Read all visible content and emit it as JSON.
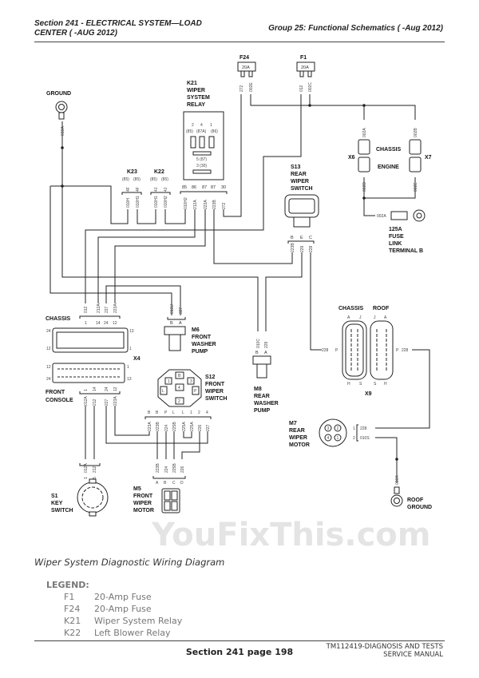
{
  "header": {
    "left": "Section 241 - ELECTRICAL SYSTEM—LOAD CENTER ( -AUG 2012)",
    "right": "Group 25: Functional Schematics ( -Aug 2012)"
  },
  "diagram": {
    "watermark": "YouFixThis.com",
    "ground": {
      "label": "GROUND",
      "wire": "010A"
    },
    "roof_ground": {
      "label1": "ROOF",
      "label2": "GROUND",
      "wire": "010X"
    },
    "f24": {
      "label": "F24",
      "rating": "20A",
      "wires": [
        "272",
        "002E"
      ]
    },
    "f1": {
      "label": "F1",
      "rating": "20A",
      "wires": [
        "012",
        "002C"
      ]
    },
    "k21": {
      "lines": [
        "K21",
        "WIPER",
        "SYSTEM",
        "RELAY"
      ],
      "internal": [
        "2",
        "4",
        "1",
        "(85)",
        "(87A)",
        "(86)",
        "5 (87)",
        "3 (30)"
      ],
      "pins": [
        "85",
        "86",
        "87",
        "87",
        "30"
      ],
      "wires": [
        "010H2",
        "212A",
        "223A",
        "223B",
        "272"
      ]
    },
    "k23": {
      "label": "K23",
      "pins": [
        "(85)",
        "(85)"
      ],
      "cavities": [
        "4F",
        "4F"
      ],
      "wires": [
        "010H",
        "010H1"
      ]
    },
    "k22": {
      "label": "K22",
      "pins": [
        "(85)",
        "(85)"
      ],
      "cavities": [
        "4J",
        "4J"
      ],
      "wires": [
        "010H1",
        "010H2"
      ]
    },
    "x6": {
      "label": "X6",
      "wires": [
        "002A",
        "002D"
      ]
    },
    "x7": {
      "label": "X7",
      "wires": [
        "002B",
        "002E"
      ]
    },
    "chassis_engine": {
      "chassis": "CHASSIS",
      "engine": "ENGINE"
    },
    "fuse_link": {
      "wire": "002A",
      "lines": [
        "125A",
        "FUSE",
        "LINK",
        "TERMINAL B"
      ]
    },
    "s13": {
      "lines": [
        "S13",
        "REAR",
        "WIPER",
        "SWITCH"
      ],
      "pins": [
        "B",
        "E",
        "C"
      ],
      "wires": [
        "223B",
        "229",
        "228"
      ]
    },
    "x4": {
      "label": "X4",
      "chassis": "CHASSIS",
      "console1": "FRONT",
      "console2": "CONSOLE",
      "chassis_pins": [
        "1",
        "14",
        "24",
        "12"
      ],
      "chassis_wires": [
        "012",
        "212A",
        "227",
        "223A"
      ],
      "console_pins": [
        "1",
        "14",
        "24",
        "12"
      ],
      "console_wires": [
        "012A",
        "212",
        "227",
        "223A"
      ],
      "side_numbers": [
        "24",
        "13",
        "12",
        "1",
        "12",
        "1",
        "24",
        "13"
      ]
    },
    "m6": {
      "lines": [
        "M6",
        "FRONT",
        "WASHER",
        "PUMP"
      ],
      "pins": [
        "B",
        "A"
      ],
      "wires": [
        "016U",
        "227"
      ]
    },
    "s12": {
      "lines": [
        "S12",
        "FRONT",
        "WIPER",
        "SWITCH"
      ],
      "cavities": [
        "B",
        "1",
        "3",
        "L",
        "4",
        "P",
        "2"
      ],
      "pins": [
        "B",
        "B",
        "P",
        "L",
        "L",
        "1",
        "2",
        "4"
      ],
      "wires": [
        "223A",
        "223B",
        "224",
        "225B",
        "225A",
        "225A",
        "226",
        "227"
      ]
    },
    "m8": {
      "lines": [
        "M8",
        "REAR",
        "WASHER",
        "PUMP"
      ],
      "pins": [
        "B",
        "A"
      ],
      "wires": [
        "010C",
        "229"
      ]
    },
    "x9": {
      "label": "X9",
      "chassis": "CHASSIS",
      "roof": "ROOF",
      "top": [
        "A",
        "J",
        "J",
        "A"
      ],
      "bottom": [
        "H",
        "S",
        "S",
        "H"
      ],
      "left_wire": "228",
      "left_pin": "P",
      "right_wire": "228",
      "right_pin": "P"
    },
    "m7": {
      "lines": [
        "M7",
        "REAR",
        "WIPER",
        "MOTOR"
      ],
      "pins": [
        "1",
        "2"
      ],
      "wires": [
        "228",
        "010S"
      ],
      "cavities": [
        "3",
        "2",
        "4",
        "1"
      ]
    },
    "m5": {
      "lines": [
        "M5",
        "FRONT",
        "WIPER",
        "MOTOR"
      ],
      "pins": [
        "A",
        "B",
        "C",
        "D"
      ],
      "wires": [
        "223B",
        "224",
        "225B",
        "226"
      ]
    },
    "s1": {
      "lines": [
        "S1",
        "KEY",
        "SWITCH"
      ],
      "pins": [
        "1",
        "5"
      ],
      "wires": [
        "012A",
        "212"
      ]
    }
  },
  "caption": "Wiper System Diagnostic Wiring Diagram",
  "legend": {
    "title": "LEGEND:",
    "items": [
      {
        "code": "F1",
        "desc": "20-Amp Fuse"
      },
      {
        "code": "F24",
        "desc": "20-Amp Fuse"
      },
      {
        "code": "K21",
        "desc": "Wiper System Relay"
      },
      {
        "code": "K22",
        "desc": "Left Blower Relay"
      }
    ]
  },
  "footer": {
    "center": "Section 241 page 198",
    "right1": "TM112419-DIAGNOSIS AND TESTS",
    "right2": "SERVICE MANUAL"
  }
}
